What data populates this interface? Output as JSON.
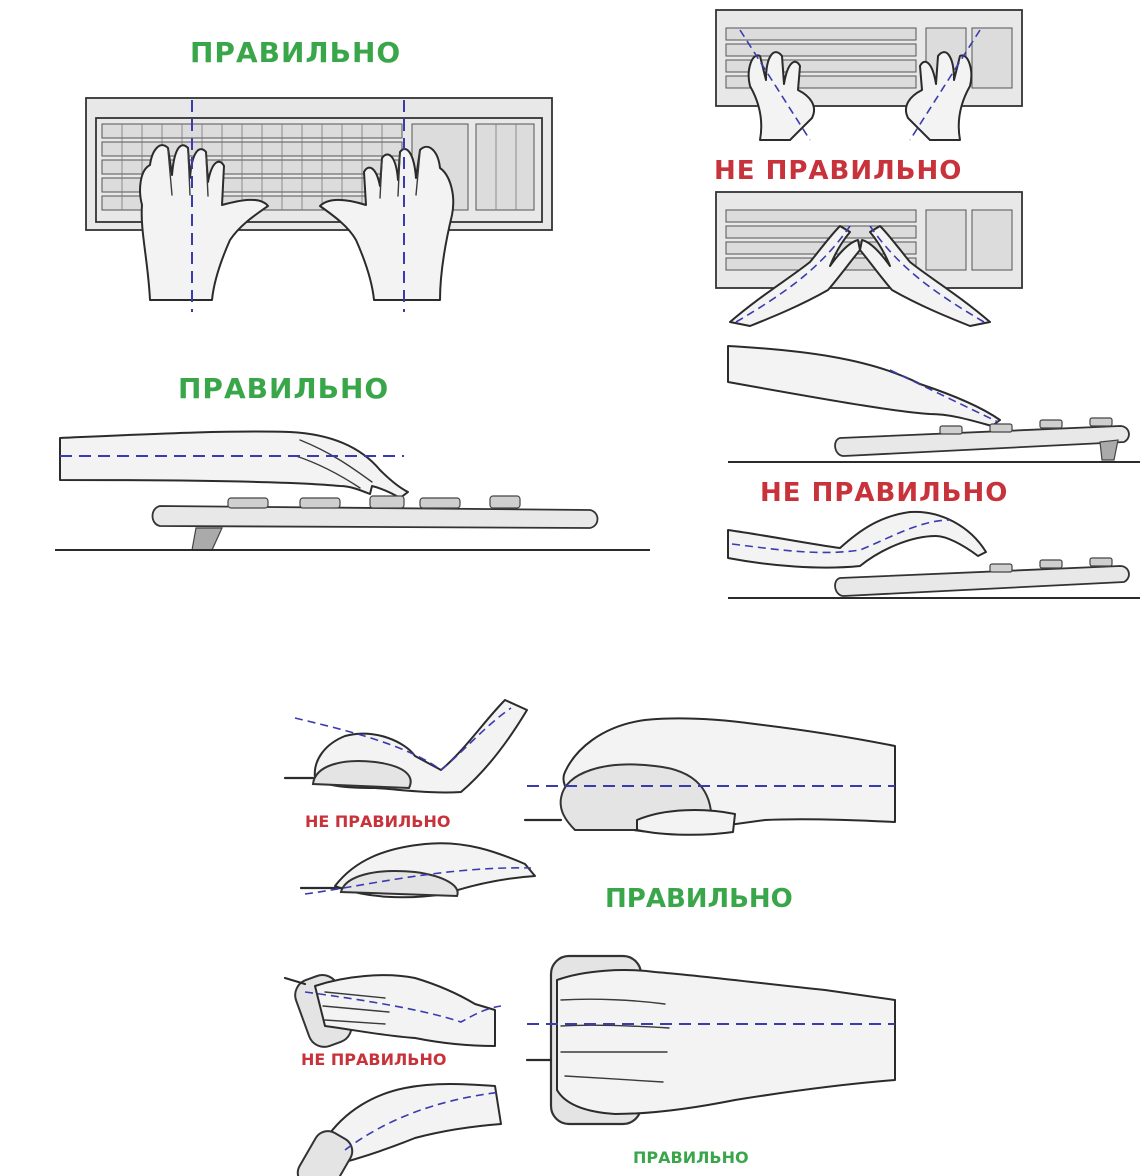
{
  "labels": {
    "correct": "ПРАВИЛЬНО",
    "incorrect": "НЕ ПРАВИЛЬНО"
  },
  "colors": {
    "correct": "#3aa64a",
    "incorrect": "#c8323a",
    "guide_line": "#3b3bb0"
  },
  "panels": {
    "keyboard_top_correct": {
      "label": "ПРАВИЛЬНО"
    },
    "keyboard_top_incorrect": {
      "label": "НЕ ПРАВИЛЬНО"
    },
    "keyboard_side_correct": {
      "label": "ПРАВИЛЬНО"
    },
    "keyboard_side_incorrect": {
      "label": "НЕ ПРАВИЛЬНО"
    },
    "mouse_side_incorrect": {
      "label": "НЕ ПРАВИЛЬНО"
    },
    "mouse_side_correct": {
      "label": "ПРАВИЛЬНО"
    },
    "mouse_top_incorrect": {
      "label": "НЕ ПРАВИЛЬНО"
    },
    "mouse_top_correct": {
      "label": "ПРАВИЛЬНО"
    }
  }
}
